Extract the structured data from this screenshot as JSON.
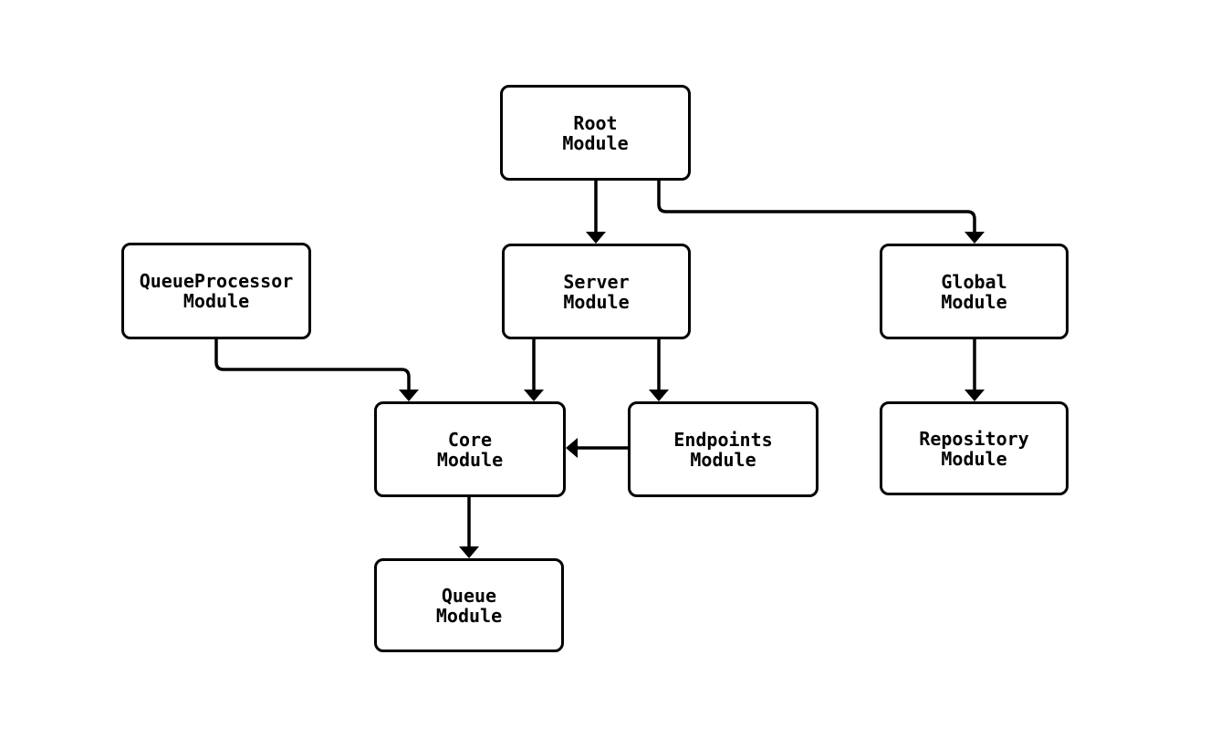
{
  "diagram": {
    "type": "flowchart",
    "colors": {
      "background": "#ffffff",
      "node_fill": "#ffffff",
      "node_border": "#000000",
      "edge": "#000000",
      "text": "#000000"
    },
    "nodes": {
      "root": {
        "lines": [
          "Root",
          "Module"
        ]
      },
      "queueProcessor": {
        "lines": [
          "QueueProcessor",
          "Module"
        ]
      },
      "server": {
        "lines": [
          "Server",
          "Module"
        ]
      },
      "global": {
        "lines": [
          "Global",
          "Module"
        ]
      },
      "core": {
        "lines": [
          "Core",
          "Module"
        ]
      },
      "endpoints": {
        "lines": [
          "Endpoints",
          "Module"
        ]
      },
      "repository": {
        "lines": [
          "Repository",
          "Module"
        ]
      },
      "queue": {
        "lines": [
          "Queue",
          "Module"
        ]
      }
    },
    "edges": [
      {
        "from": "Root Module",
        "to": "Server Module"
      },
      {
        "from": "Root Module",
        "to": "Global Module"
      },
      {
        "from": "QueueProcessor Module",
        "to": "Core Module"
      },
      {
        "from": "Server Module",
        "to": "Core Module"
      },
      {
        "from": "Server Module",
        "to": "Endpoints Module"
      },
      {
        "from": "Endpoints Module",
        "to": "Core Module"
      },
      {
        "from": "Global Module",
        "to": "Repository Module"
      },
      {
        "from": "Core Module",
        "to": "Queue Module"
      }
    ]
  }
}
